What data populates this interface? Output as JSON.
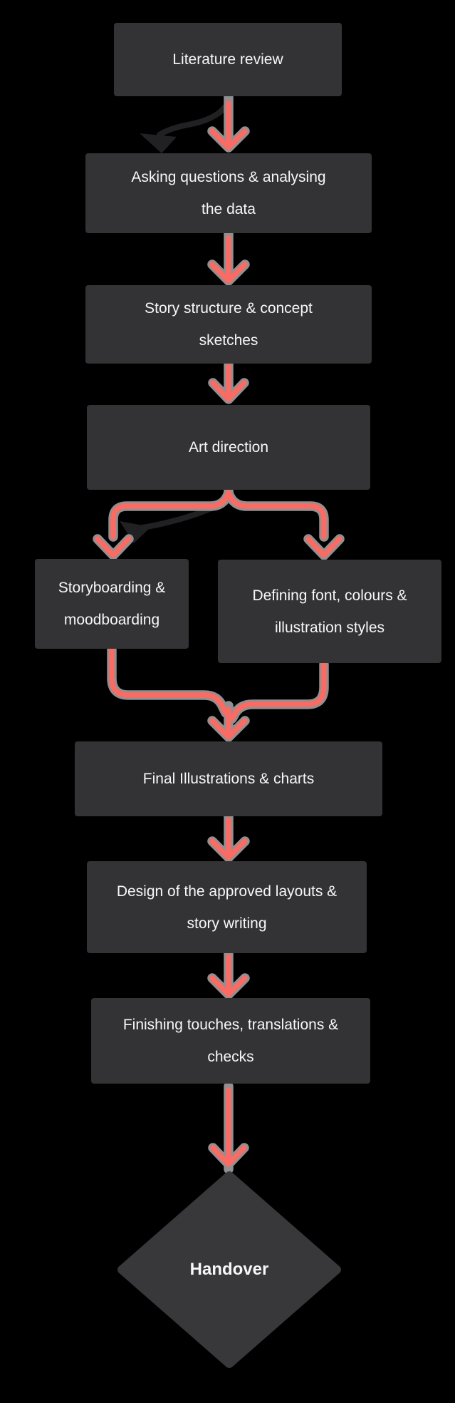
{
  "colors": {
    "background": "#000000",
    "box_bg": "#333336",
    "diamond_bg": "#38383b",
    "text": "#f7f7f8",
    "arrow": "#f96b63",
    "arrow_halo": "#909092",
    "sketch": "#212123"
  },
  "flowchart": {
    "nodes": {
      "literature_review": {
        "label": "Literature review",
        "lines": [
          "Literature review"
        ]
      },
      "asking_questions": {
        "label": "Asking questions & analysing the data",
        "lines": [
          "Asking questions & analysing",
          "the data"
        ]
      },
      "story_structure": {
        "label": "Story structure & concept sketches",
        "lines": [
          "Story structure & concept",
          "sketches"
        ]
      },
      "art_direction": {
        "label": "Art direction",
        "lines": [
          "Art direction"
        ]
      },
      "storyboarding": {
        "label": "Storyboarding & moodboarding",
        "lines": [
          "Storyboarding &",
          "moodboarding"
        ]
      },
      "defining_font": {
        "label": "Defining font, colours & illustration styles",
        "lines": [
          "Defining font, colours &",
          "illustration styles"
        ]
      },
      "final_illustrations": {
        "label": "Final Illustrations & charts",
        "lines": [
          "Final Illustrations & charts"
        ]
      },
      "design_layouts": {
        "label": "Design of the approved layouts & story writing",
        "lines": [
          "Design of the approved layouts &",
          "story writing"
        ]
      },
      "finishing_touches": {
        "label": "Finishing touches, translations & checks",
        "lines": [
          "Finishing touches, translations &",
          "checks"
        ]
      },
      "handover": {
        "label": "Handover",
        "lines": [
          "Handover"
        ]
      }
    },
    "connections": [
      {
        "from": "literature_review",
        "to": "asking_questions"
      },
      {
        "from": "asking_questions",
        "to": "story_structure"
      },
      {
        "from": "story_structure",
        "to": "art_direction"
      },
      {
        "from": "art_direction",
        "to": "storyboarding"
      },
      {
        "from": "art_direction",
        "to": "defining_font"
      },
      {
        "from": "storyboarding",
        "to": "final_illustrations"
      },
      {
        "from": "defining_font",
        "to": "final_illustrations"
      },
      {
        "from": "final_illustrations",
        "to": "design_layouts"
      },
      {
        "from": "design_layouts",
        "to": "finishing_touches"
      },
      {
        "from": "finishing_touches",
        "to": "handover"
      }
    ]
  }
}
